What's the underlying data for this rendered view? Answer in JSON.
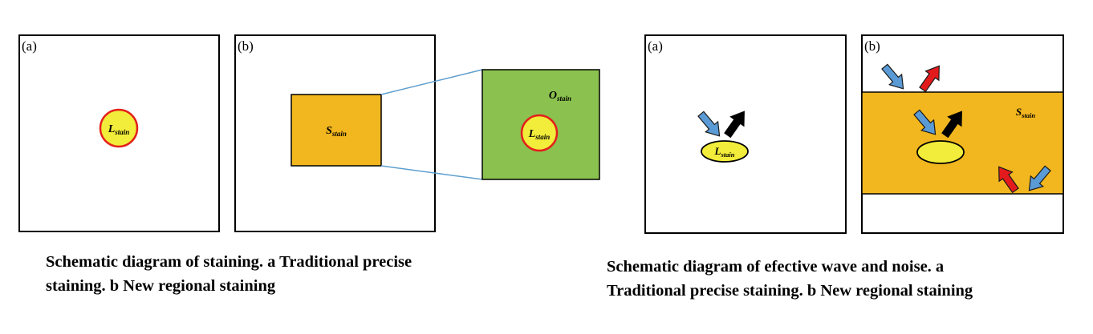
{
  "figure1": {
    "panel_a_label": "(a)",
    "panel_b_label": "(b)",
    "l_stain": {
      "main": "L",
      "sub": "stain"
    },
    "s_stain": {
      "main": "S",
      "sub": "stain"
    },
    "o_stain": {
      "main": "O",
      "sub": "stain"
    },
    "caption_line1": "Schematic diagram of staining. a Traditional precise",
    "caption_line2": "staining. b New regional staining"
  },
  "figure2": {
    "panel_a_label": "(a)",
    "panel_b_label": "(b)",
    "l_stain": {
      "main": "L",
      "sub": "stain"
    },
    "s_stain": {
      "main": "S",
      "sub": "stain"
    },
    "caption_line1": "Schematic diagram of efective wave and noise. a",
    "caption_line2": "Traditional precise staining. b New regional staining"
  },
  "colors": {
    "circle_fill": "#f2ec3a",
    "circle_stroke": "#e3201b",
    "region_orange": "#f2b61e",
    "region_green": "#8bc24f",
    "connector_blue": "#5f9fcf",
    "arrow_blue": "#5b9bd5",
    "arrow_red": "#e31a1c",
    "arrow_black": "#000000"
  }
}
